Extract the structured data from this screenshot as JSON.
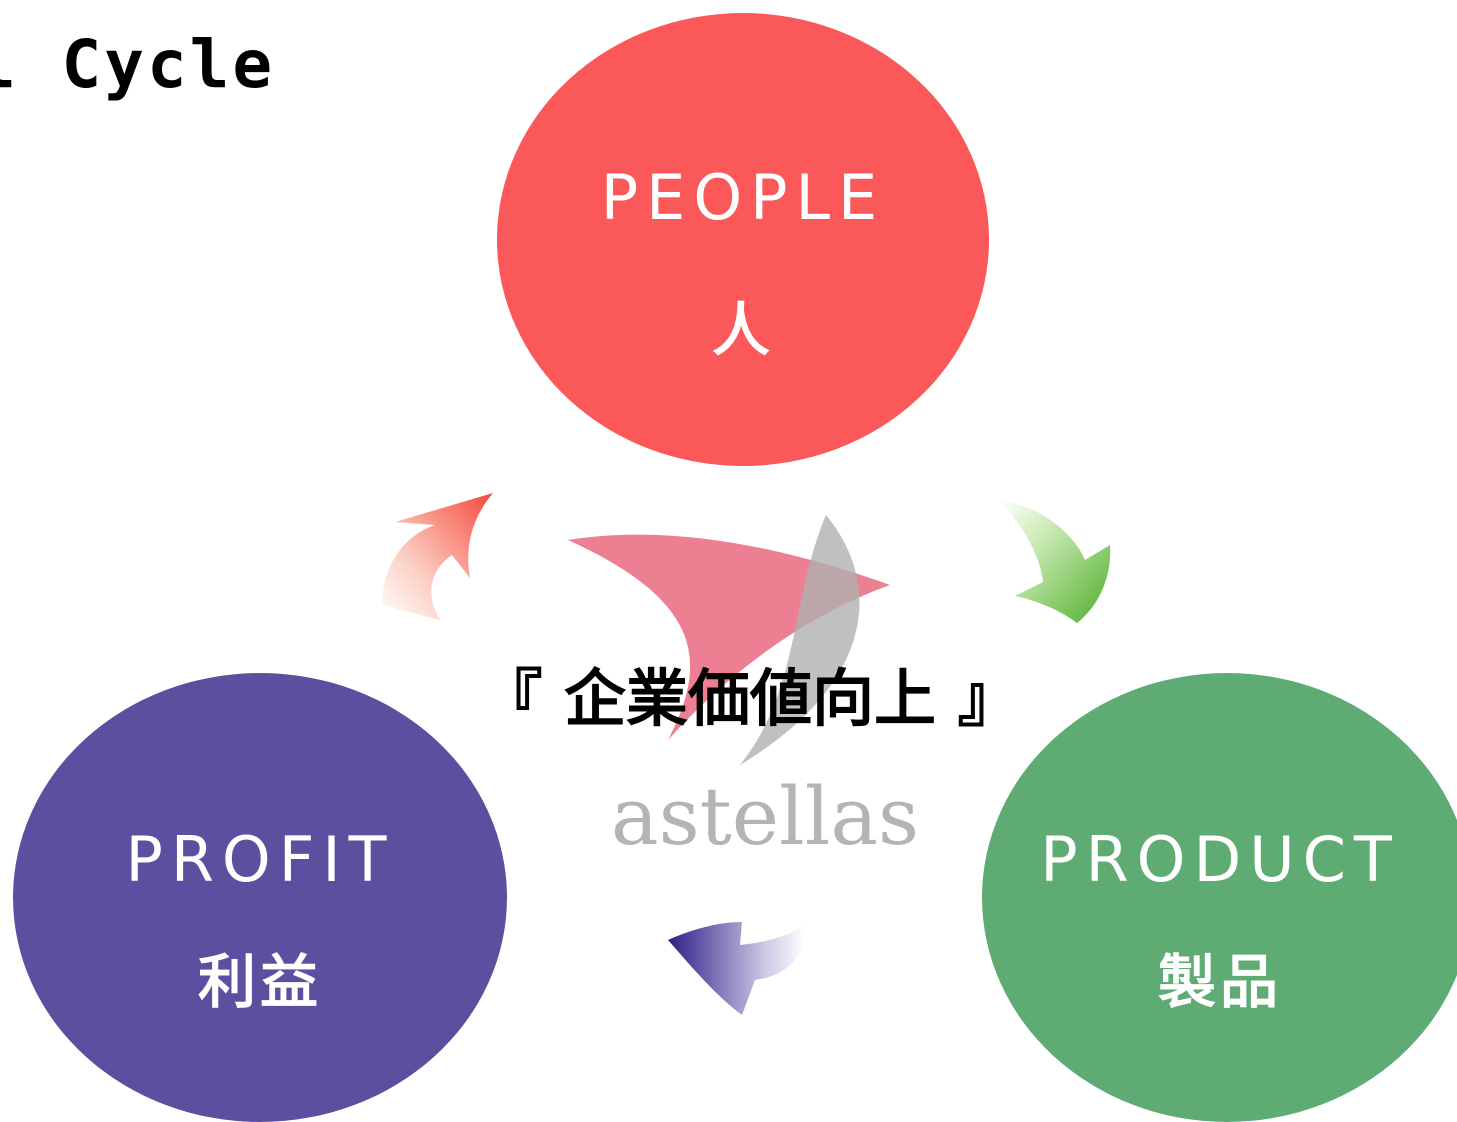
{
  "heading": {
    "top_partial": "",
    "cycle": "l Cycle"
  },
  "center": {
    "title": "『 企業価値向上 』",
    "brand": "astellas"
  },
  "nodes": {
    "people": {
      "en": "PEOPLE",
      "jp": "人",
      "color": "#fb5859"
    },
    "product": {
      "en": "PRODUCT",
      "jp": "製品",
      "color": "#5fab74"
    },
    "profit": {
      "en": "PROFIT",
      "jp": "利益",
      "color": "#5c4f9f"
    }
  },
  "arrows": {
    "profit_to_people": {
      "color": "#f5483a"
    },
    "people_to_product": {
      "color": "#4cae2a"
    },
    "product_to_profit": {
      "color": "#2c1f86"
    }
  },
  "logo": {
    "red": "#e85f78",
    "gray": "#b0b0b0"
  }
}
